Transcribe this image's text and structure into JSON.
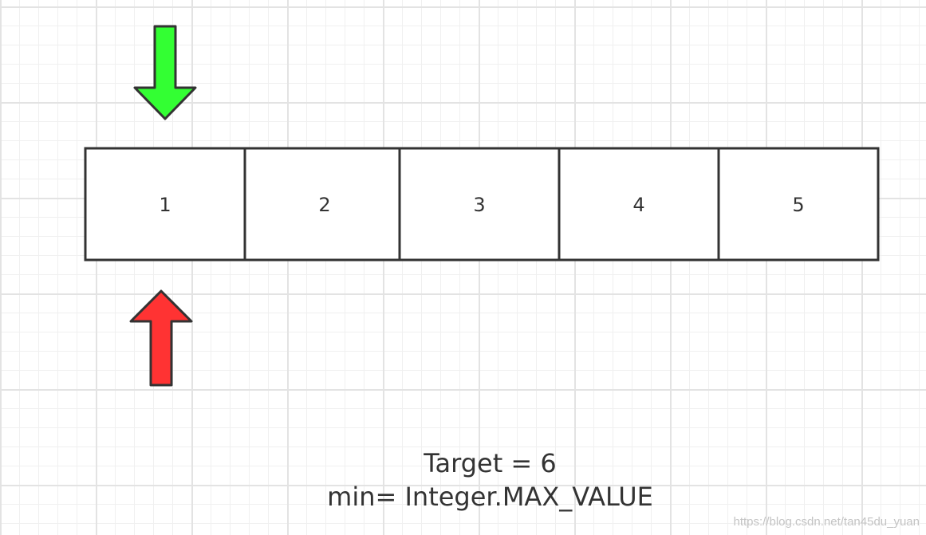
{
  "array": {
    "cells": [
      "1",
      "2",
      "3",
      "4",
      "5"
    ]
  },
  "pointers": {
    "top_arrow_color": "#33ff33",
    "bottom_arrow_color": "#ff3333",
    "outline_color": "#333333"
  },
  "captions": {
    "target": "Target = 6",
    "min": "min= Integer.MAX_VALUE"
  },
  "watermark": "https://blog.csdn.net/tan45du_yuan"
}
